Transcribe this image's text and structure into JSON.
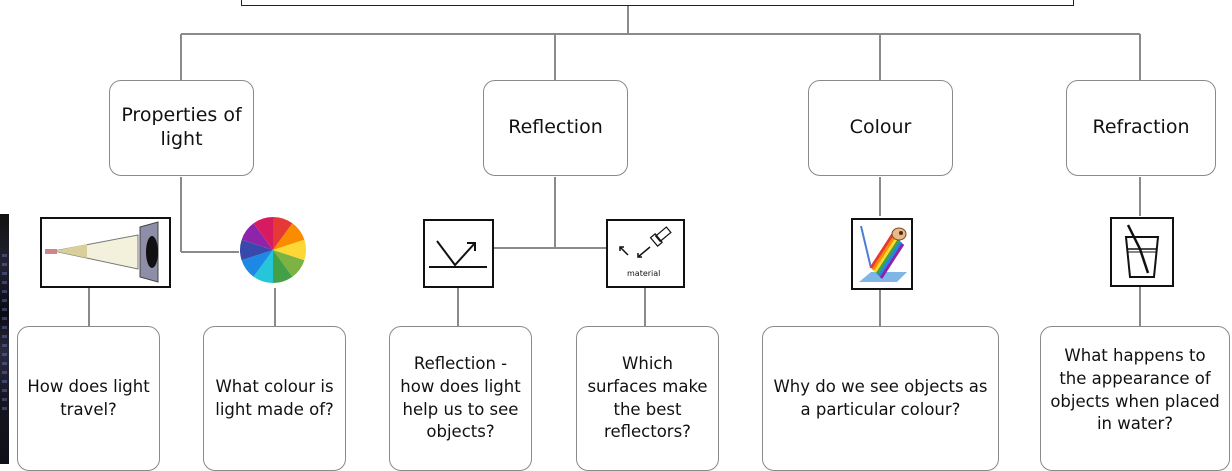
{
  "topics": {
    "properties": "Properties of light",
    "reflection": "Reflection",
    "colour": "Colour",
    "refraction": "Refraction"
  },
  "questions": {
    "q1": "How does light travel?",
    "q2": "What colour is light made of?",
    "q3": "Reflection - how does light help us to see objects?",
    "q4": "Which surfaces make the best reflectors?",
    "q5": "Why do we see objects as a particular colour?",
    "q6": "What happens to the appearance of objects when placed in water?"
  },
  "icons": {
    "torch_beam": "torch-beam-icon",
    "colour_wheel": "colour-wheel-icon",
    "mirror_reflection": "mirror-reflection-icon",
    "reflective_material": "reflective-material-icon",
    "prism_spectrum": "prism-spectrum-icon",
    "glass_of_water": "glass-of-water-icon"
  },
  "icon_text": {
    "material": "material"
  },
  "colors": {
    "connector": "#8a8a8a",
    "icon_border": "#111111",
    "wheel": [
      "#e53935",
      "#fb8c00",
      "#fdd835",
      "#7cb342",
      "#43a047",
      "#26c6da",
      "#1e88e5",
      "#3949ab",
      "#8e24aa",
      "#d81b60"
    ]
  }
}
